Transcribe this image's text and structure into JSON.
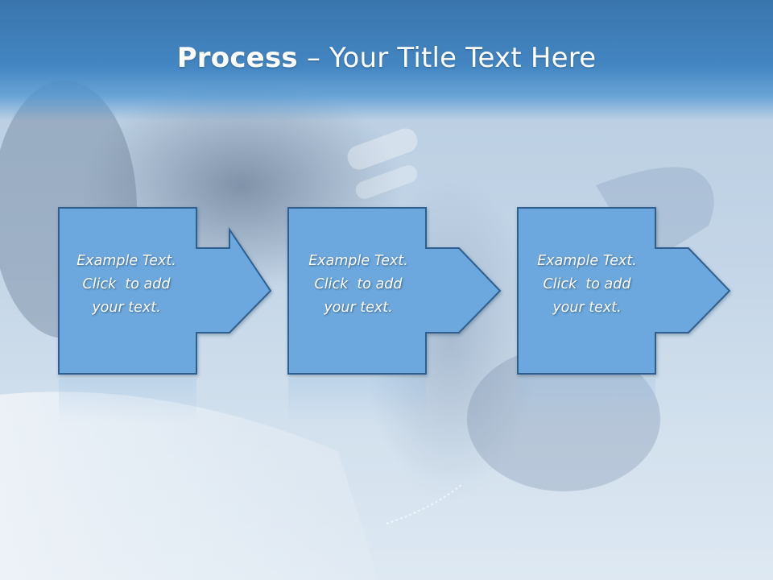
{
  "title": {
    "bold": "Process",
    "rest": " – Your Title Text Here"
  },
  "steps": [
    {
      "lines": [
        "Example Text.",
        "Click  to add",
        "your text."
      ]
    },
    {
      "lines": [
        "Example Text.",
        "Click  to add",
        "your text."
      ]
    },
    {
      "lines": [
        "Example Text.",
        "Click  to add",
        "your text."
      ]
    }
  ],
  "colors": {
    "title_bar": "#3f80bc",
    "box_fill": "#6ca8de",
    "box_stroke": "#2f5f8f",
    "text": "#ffffff"
  }
}
